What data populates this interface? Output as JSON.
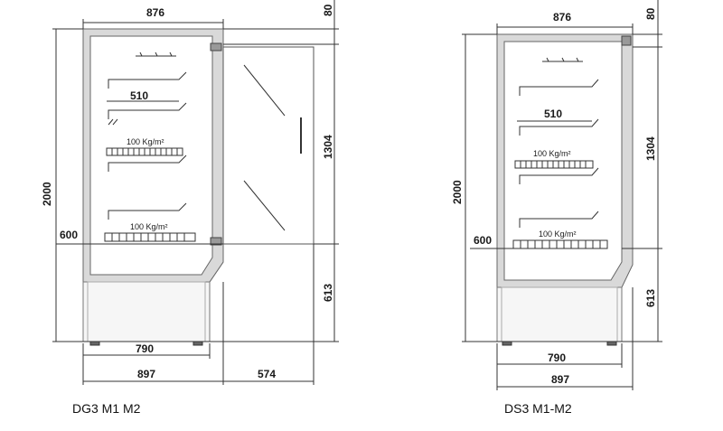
{
  "left": {
    "caption": "DG3 M1 M2",
    "dims": {
      "width_top": "876",
      "height_total": "2000",
      "shelf_depth": "510",
      "base_depth": "600",
      "top_height": "80",
      "door_height": "1304",
      "base_height": "613",
      "inner_bottom": "790",
      "outer_bottom": "897",
      "door_swing": "574"
    },
    "loads": [
      "100 Kg/m²",
      "100 Kg/m²"
    ]
  },
  "right": {
    "caption": "DS3 M1-M2",
    "dims": {
      "width_top": "876",
      "height_total": "2000",
      "shelf_depth": "510",
      "base_depth": "600",
      "top_height": "80",
      "door_height": "1304",
      "base_height": "613",
      "inner_bottom": "790",
      "outer_bottom": "897"
    },
    "loads": [
      "100 Kg/m²",
      "100 Kg/m²"
    ]
  }
}
